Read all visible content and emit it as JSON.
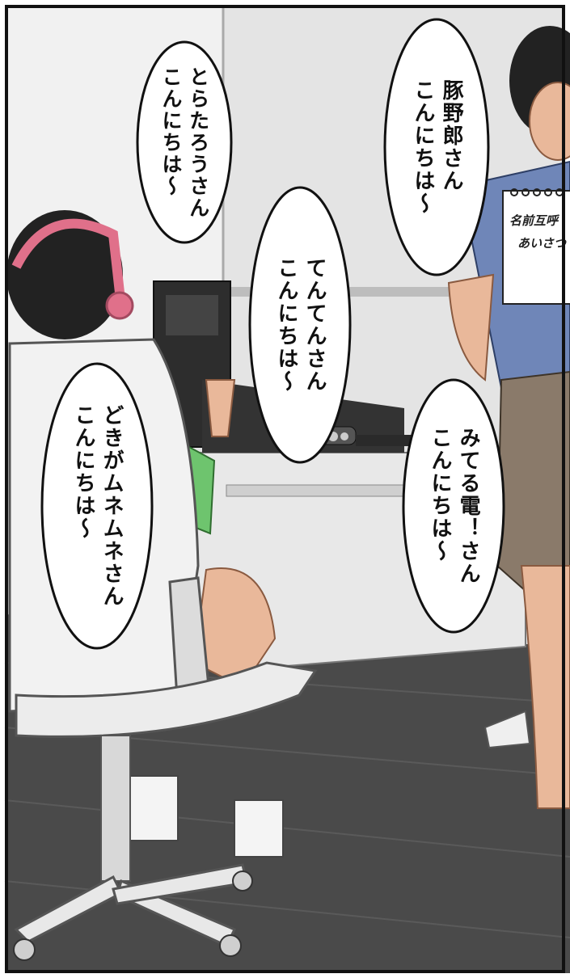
{
  "bubbles": [
    {
      "id": "butayarou",
      "text": "豚野郎さん\nこんにちは～"
    },
    {
      "id": "toratarou",
      "text": "とらたろうさん\nこんにちは～"
    },
    {
      "id": "tenten",
      "text": "てんてんさん\nこんにちは～"
    },
    {
      "id": "dokiga",
      "text": "どきがムネムネさん\nこんにちは～"
    },
    {
      "id": "miteruden",
      "text": "みてる電！さん\nこんにちは～"
    }
  ],
  "sign": {
    "line1": "名前互呼",
    "line2": "あいさつ"
  },
  "colors": {
    "floor": "#4a4a4a",
    "wall": "#e6e6e6",
    "headphones": "#e0708a",
    "shirt_green": "#6ec46e",
    "man_shirt": "#6f86b8",
    "man_shorts": "#8a7a6a",
    "skin": "#e9b89a"
  }
}
